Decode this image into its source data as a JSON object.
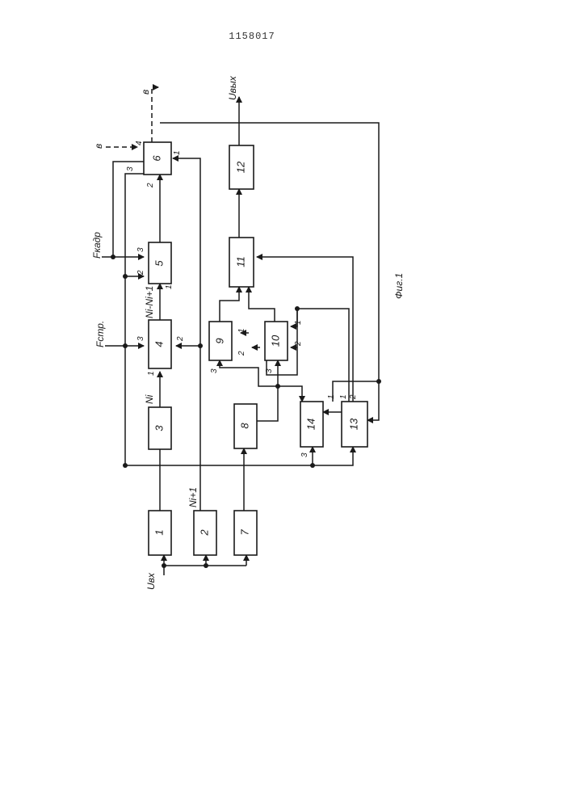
{
  "header": {
    "patent_number": "1158017"
  },
  "figure_caption": "Фиг.1",
  "signals": {
    "input": "Uвх",
    "output": "Uвых",
    "f_str": "Fстр.",
    "f_kadr": "Fкадр",
    "b_in": "в",
    "b_out": "в",
    "n_i": "Ni",
    "n_i1": "Ni+1",
    "n_diff": "Ni-Ni+1"
  },
  "blocks": [
    {
      "id": "b1",
      "label": "1"
    },
    {
      "id": "b2",
      "label": "2"
    },
    {
      "id": "b3",
      "label": "3"
    },
    {
      "id": "b4",
      "label": "4"
    },
    {
      "id": "b5",
      "label": "5"
    },
    {
      "id": "b6",
      "label": "6"
    },
    {
      "id": "b7",
      "label": "7"
    },
    {
      "id": "b8",
      "label": "8"
    },
    {
      "id": "b9",
      "label": "9"
    },
    {
      "id": "b10",
      "label": "10"
    },
    {
      "id": "b11",
      "label": "11"
    },
    {
      "id": "b12",
      "label": "12"
    },
    {
      "id": "b13",
      "label": "13"
    },
    {
      "id": "b14",
      "label": "14"
    }
  ],
  "ports": {
    "p4_1": "1",
    "p4_2": "2",
    "p4_3": "3",
    "p5_1": "1",
    "p5_2": "2",
    "p5_3": "3",
    "p6_1": "1",
    "p6_2": "2",
    "p6_3": "3",
    "p6_4": "4",
    "p9_1": "1",
    "p9_2": "2",
    "p9_3": "3",
    "p10_1": "1",
    "p10_2": "2",
    "p10_3": "3",
    "p13_1": "1",
    "p13_2": "2",
    "p14_1": "1",
    "p14_3": "3"
  }
}
